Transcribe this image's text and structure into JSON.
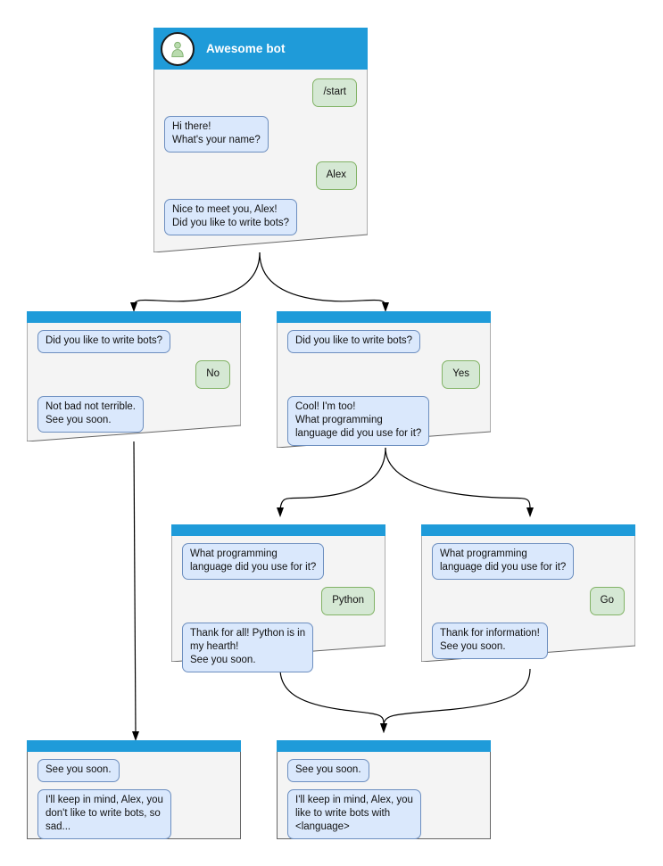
{
  "diagram": {
    "title": "Awesome bot conversation flow",
    "colors": {
      "header_blue": "#1f9bd9",
      "node_body": "#f4f4f4",
      "node_border": "#666666",
      "bot_bubble_fill": "#dae8fc",
      "bot_bubble_border": "#6c8ebf",
      "user_bubble_fill": "#d5e8d4",
      "user_bubble_border": "#82b366",
      "edge_stroke": "#000000",
      "avatar_fill": "#ffffff",
      "avatar_icon": "#b3d9a8",
      "page_background": "#ffffff"
    },
    "avatar_icon_name": "person-avatar-icon"
  },
  "nodes": {
    "root": {
      "id": "root",
      "bot_name": "Awesome bot",
      "messages": [
        {
          "role": "user",
          "text": "/start"
        },
        {
          "role": "bot",
          "text": "Hi there!\nWhat's your name?"
        },
        {
          "role": "user",
          "text": "Alex"
        },
        {
          "role": "bot",
          "text": "Nice to meet you, Alex!\nDid you like to write bots?"
        }
      ]
    },
    "no_branch": {
      "id": "no-branch",
      "messages": [
        {
          "role": "bot",
          "text": "Did you like to write bots?"
        },
        {
          "role": "user",
          "text": "No"
        },
        {
          "role": "bot",
          "text": "Not bad not terrible.\nSee you soon."
        }
      ]
    },
    "yes_branch": {
      "id": "yes-branch",
      "messages": [
        {
          "role": "bot",
          "text": "Did you like to write bots?"
        },
        {
          "role": "user",
          "text": "Yes"
        },
        {
          "role": "bot",
          "text": "Cool! I'm too!\nWhat programming\nlanguage did you use for it?"
        }
      ]
    },
    "python_branch": {
      "id": "python-branch",
      "messages": [
        {
          "role": "bot",
          "text": "What programming\nlanguage did you use for it?"
        },
        {
          "role": "user",
          "text": "Python"
        },
        {
          "role": "bot",
          "text": "Thank for all! Python is in\nmy hearth!\nSee you soon."
        }
      ]
    },
    "go_branch": {
      "id": "go-branch",
      "messages": [
        {
          "role": "bot",
          "text": "What programming\nlanguage did you use for it?"
        },
        {
          "role": "user",
          "text": "Go"
        },
        {
          "role": "bot",
          "text": "Thank for information!\nSee you soon."
        }
      ]
    },
    "end_no": {
      "id": "end-no",
      "messages": [
        {
          "role": "bot",
          "text": "See you soon."
        },
        {
          "role": "bot",
          "text": "I'll keep in mind, Alex, you\ndon't like to write bots, so\nsad..."
        }
      ]
    },
    "end_yes": {
      "id": "end-yes",
      "messages": [
        {
          "role": "bot",
          "text": "See you soon."
        },
        {
          "role": "bot",
          "text": "I'll keep in mind, Alex, you\nlike to write bots with\n<language>"
        }
      ]
    }
  }
}
